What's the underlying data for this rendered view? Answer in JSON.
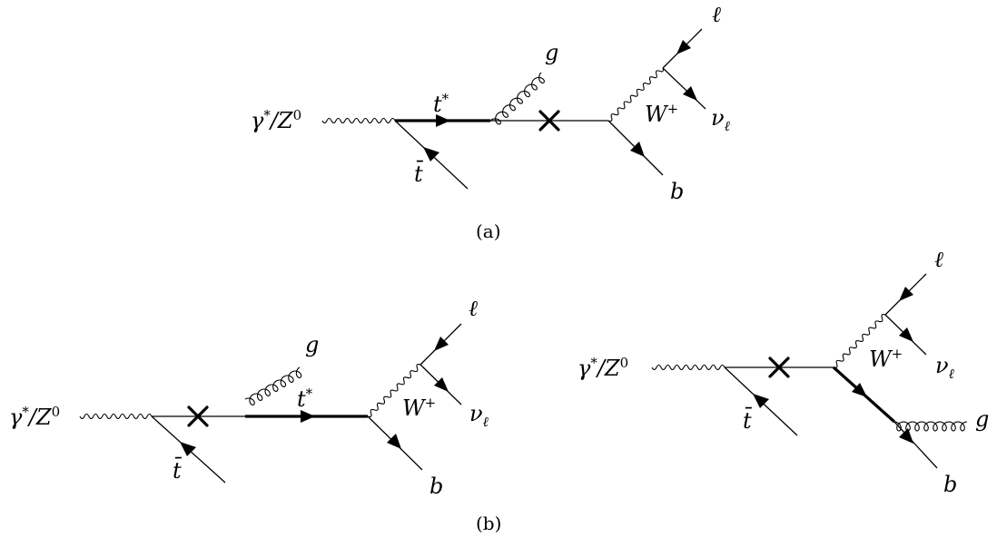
{
  "diagrams": {
    "a": {
      "caption": "(a)",
      "photon_label": "γ*/Z0",
      "top_label": "t*",
      "antitop_label": "t̄",
      "gluon_label": "g",
      "w_label": "W+",
      "lepton_label": "ℓ",
      "neutrino_label": "νℓ",
      "bottom_label": "b"
    },
    "b1": {
      "caption": "(b)",
      "photon_label": "γ*/Z0",
      "top_label": "t*",
      "antitop_label": "t̄",
      "gluon_label": "g",
      "w_label": "W+",
      "lepton_label": "ℓ",
      "neutrino_label": "νℓ",
      "bottom_label": "b"
    },
    "b2": {
      "photon_label": "γ*/Z0",
      "antitop_label": "t̄",
      "gluon_label": "g",
      "w_label": "W+",
      "lepton_label": "ℓ",
      "neutrino_label": "νℓ",
      "bottom_label": "b"
    }
  }
}
